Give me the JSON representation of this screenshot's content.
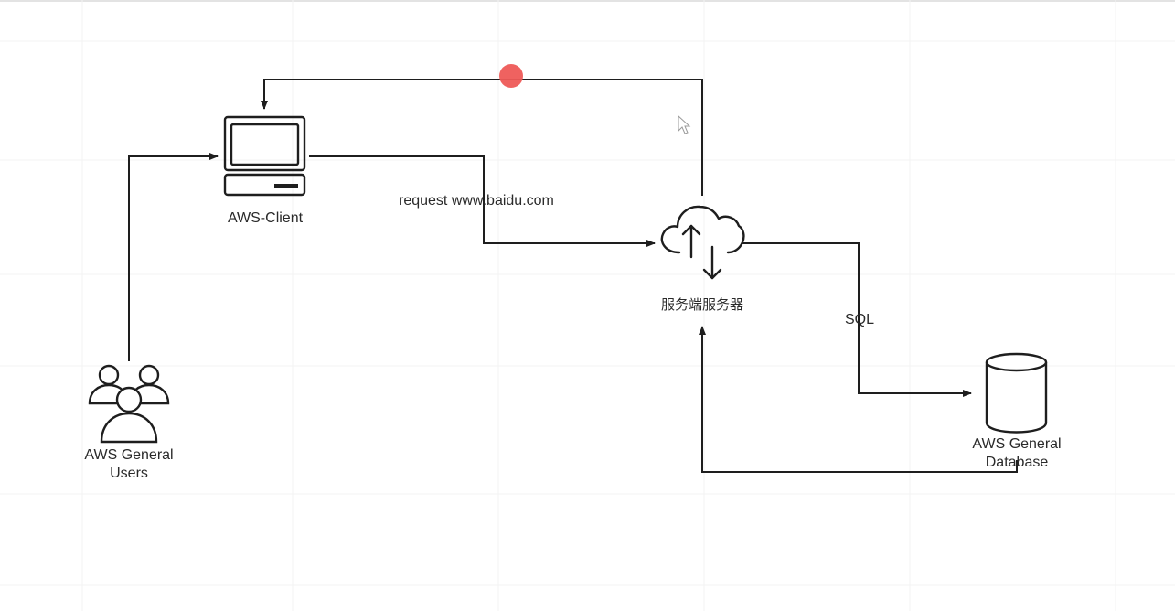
{
  "diagram": {
    "nodes": {
      "client": {
        "label": "AWS-Client",
        "icon": "desktop-computer-icon"
      },
      "users": {
        "label": "AWS General Users",
        "icon": "users-group-icon"
      },
      "server": {
        "label": "服务端服务器",
        "icon": "cloud-upload-download-icon"
      },
      "database": {
        "label": "AWS General Database",
        "icon": "database-cylinder-icon"
      }
    },
    "edges": {
      "request": {
        "label": "request www.baidu.com"
      },
      "sql": {
        "label": "SQL"
      }
    }
  },
  "colors": {
    "line": "#1e1e1e",
    "marker": "#ee5a57",
    "grid": "#f4f4f4"
  }
}
